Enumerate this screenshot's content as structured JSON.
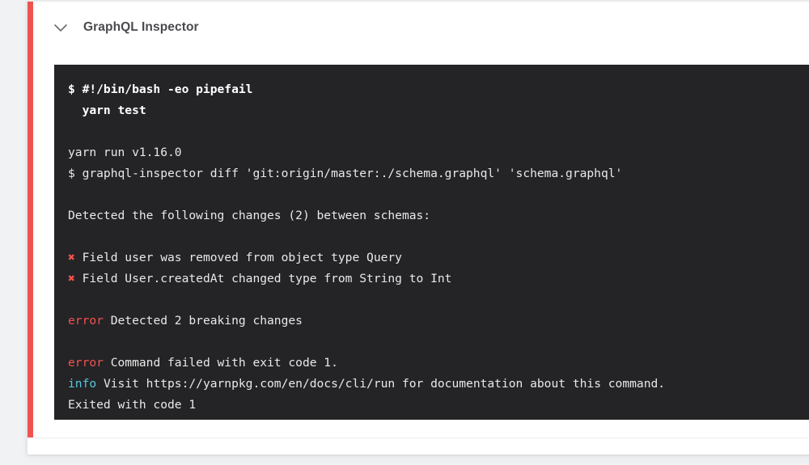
{
  "page": {
    "background_color": "#f1f2f3",
    "card_background": "#ffffff",
    "accent_color": "#ef5350"
  },
  "card": {
    "header": {
      "collapse_icon": "chevron-down-icon",
      "title": "GraphQL Inspector"
    },
    "status": "failed"
  },
  "terminal": {
    "background_color": "#242426",
    "text_color": "#e9e9e9",
    "error_color": "#f2524e",
    "info_color": "#59c5e0",
    "lines": [
      {
        "type": "command",
        "bold": true,
        "text": "$ #!/bin/bash -eo pipefail"
      },
      {
        "type": "command",
        "bold": true,
        "text": "  yarn test"
      },
      {
        "type": "blank",
        "text": ""
      },
      {
        "type": "output",
        "text": "yarn run v1.16.0"
      },
      {
        "type": "output",
        "text": "$ graphql-inspector diff 'git:origin/master:./schema.graphql' 'schema.graphql'"
      },
      {
        "type": "blank",
        "text": ""
      },
      {
        "type": "output",
        "text": "Detected the following changes (2) between schemas:"
      },
      {
        "type": "blank",
        "text": ""
      },
      {
        "type": "change",
        "marker": "✖",
        "text": " Field user was removed from object type Query"
      },
      {
        "type": "change",
        "marker": "✖",
        "text": " Field User.createdAt changed type from String to Int"
      },
      {
        "type": "blank",
        "text": ""
      },
      {
        "type": "error",
        "label": "error",
        "text": " Detected 2 breaking changes"
      },
      {
        "type": "blank",
        "text": ""
      },
      {
        "type": "error",
        "label": "error",
        "text": " Command failed with exit code 1."
      },
      {
        "type": "info",
        "label": "info",
        "text": " Visit https://yarnpkg.com/en/docs/cli/run for documentation about this command."
      },
      {
        "type": "output",
        "text": "Exited with code 1"
      }
    ]
  }
}
